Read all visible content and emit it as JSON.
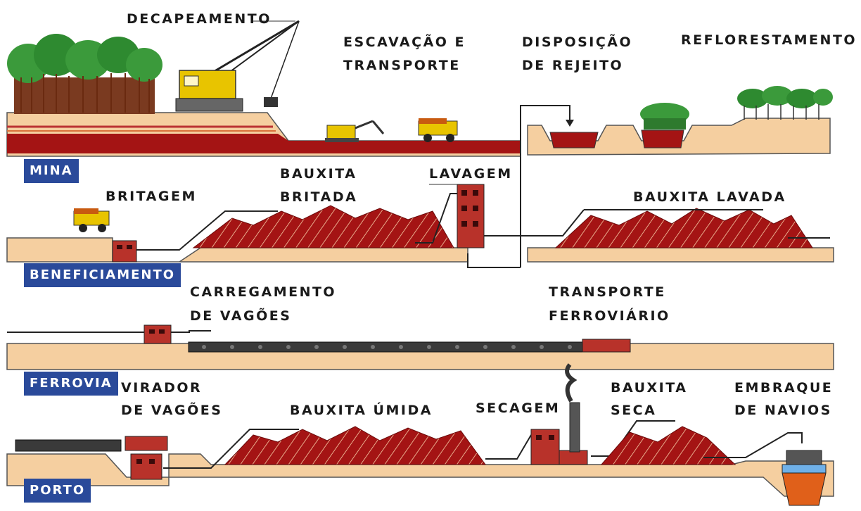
{
  "sections": {
    "mina": "MINA",
    "beneficiamento": "BENEFICIAMENTO",
    "ferrovia": "FERROVIA",
    "porto": "PORTO"
  },
  "labels": {
    "decapeamento": "DECAPEAMENTO",
    "escavacao_l1": "ESCAVAÇÃO E",
    "escavacao_l2": "TRANSPORTE",
    "disposicao_l1": "DISPOSIÇÃO",
    "disposicao_l2": "DE REJEITO",
    "reflorestamento": "REFLORESTAMENTO",
    "britagem": "BRITAGEM",
    "bauxita_britada_l1": "BAUXITA",
    "bauxita_britada_l2": "BRITADA",
    "lavagem": "LAVAGEM",
    "bauxita_lavada": "BAUXITA LAVADA",
    "carregamento_l1": "CARREGAMENTO",
    "carregamento_l2": "DE VAGÕES",
    "transporte_ferro_l1": "TRANSPORTE",
    "transporte_ferro_l2": "FERROVIÁRIO",
    "virador_l1": "VIRADOR",
    "virador_l2": "DE VAGÕES",
    "bauxita_umida": "BAUXITA ÚMIDA",
    "secagem": "SECAGEM",
    "bauxita_seca_l1": "BAUXITA",
    "bauxita_seca_l2": "SECA",
    "embarque_l1": "EMBRAQUE",
    "embarque_l2": "DE NAVIOS"
  },
  "colors": {
    "ground": "#f5cfa0",
    "ore": "#a41414",
    "building": "#b8322a",
    "section_badge": "#2a4a9a",
    "tree": "#3b9a3b",
    "machine": "#e8c400"
  }
}
